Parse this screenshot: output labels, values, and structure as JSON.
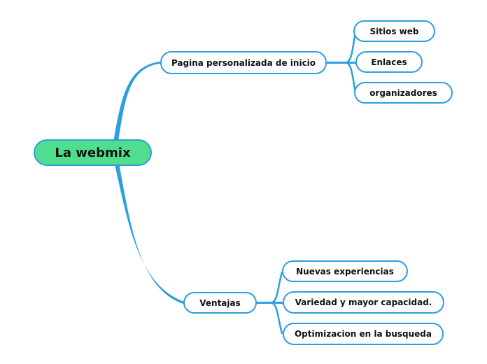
{
  "diagram": {
    "type": "mindmap",
    "root": {
      "label": "La webmix"
    },
    "branches": [
      {
        "label": "Pagina personalizada de inicio",
        "children": [
          {
            "label": "Sitios web"
          },
          {
            "label": "Enlaces"
          },
          {
            "label": "organizadores"
          }
        ]
      },
      {
        "label": "Ventajas",
        "children": [
          {
            "label": "Nuevas experiencias"
          },
          {
            "label": "Variedad y mayor capacidad."
          },
          {
            "label": "Optimizacion en la busqueda"
          }
        ]
      }
    ],
    "colors": {
      "branch_line": "#2d9ee0",
      "root_fill": "#4fde8d",
      "node_fill": "#ffffff",
      "node_border": "#2d9ee0",
      "text": "#111111",
      "background": "#ffffff"
    }
  }
}
